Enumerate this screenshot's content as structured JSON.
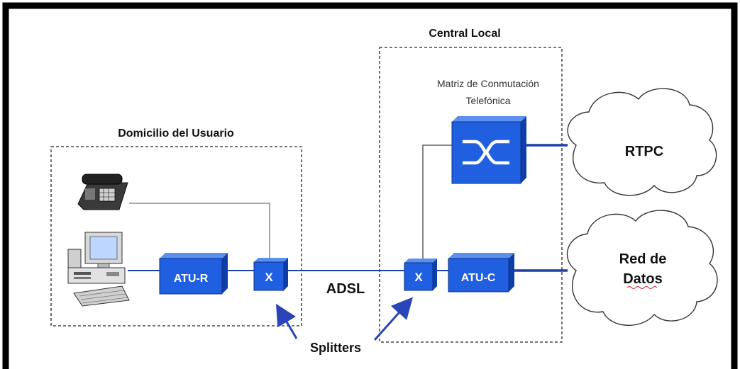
{
  "title": "",
  "regions": {
    "user_premises": "Domicilio del Usuario",
    "central_office": "Central Local"
  },
  "devices": {
    "atu_r": "ATU-R",
    "atu_c": "ATU-C",
    "splitter_user": "X",
    "splitter_central": "X",
    "switch_matrix_line1": "Matriz de Conmutación",
    "switch_matrix_line2": "Telefónica"
  },
  "clouds": {
    "rtpc": "RTPC",
    "data_line1": "Red de",
    "data_line2": "Datos"
  },
  "links": {
    "adsl": "ADSL"
  },
  "annotations": {
    "splitters": "Splitters"
  },
  "colors": {
    "box_face": "#1f5fe0",
    "box_top": "#5b8ff0",
    "box_side": "#0e3ea8",
    "line": "#1f3fa8",
    "arrow": "#2a45b8",
    "frame": "#000000"
  },
  "icons": [
    "telephone-icon",
    "computer-icon",
    "switch-cross-icon"
  ]
}
